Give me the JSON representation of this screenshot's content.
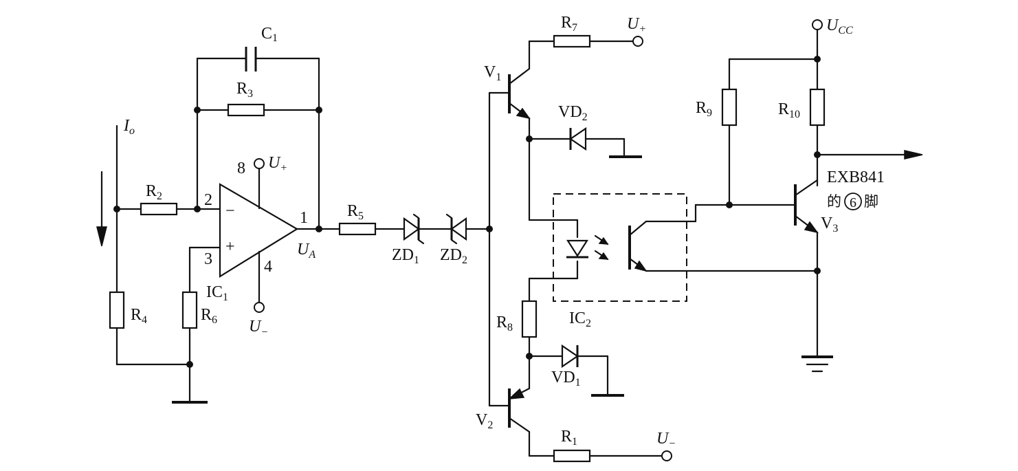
{
  "labels": {
    "C1": {
      "main": "C",
      "sub": "1"
    },
    "R3": {
      "main": "R",
      "sub": "3"
    },
    "R2": {
      "main": "R",
      "sub": "2"
    },
    "R4": {
      "main": "R",
      "sub": "4"
    },
    "R6": {
      "main": "R",
      "sub": "6"
    },
    "R5": {
      "main": "R",
      "sub": "5"
    },
    "R7": {
      "main": "R",
      "sub": "7"
    },
    "R8": {
      "main": "R",
      "sub": "8"
    },
    "R1": {
      "main": "R",
      "sub": "1"
    },
    "R9": {
      "main": "R",
      "sub": "9"
    },
    "R10": {
      "main": "R",
      "sub": "10"
    },
    "ZD1": {
      "main": "ZD",
      "sub": "1"
    },
    "ZD2": {
      "main": "ZD",
      "sub": "2"
    },
    "VD1": {
      "main": "VD",
      "sub": "1"
    },
    "VD2": {
      "main": "VD",
      "sub": "2"
    },
    "V1": {
      "main": "V",
      "sub": "1"
    },
    "V2": {
      "main": "V",
      "sub": "2"
    },
    "V3": {
      "main": "V",
      "sub": "3"
    },
    "IC1": {
      "main": "IC",
      "sub": "1"
    },
    "IC2": {
      "main": "IC",
      "sub": "2"
    },
    "Io": {
      "main": "I",
      "sub": "o"
    },
    "UA": {
      "main": "U",
      "sub": "A"
    },
    "Uplus_op": {
      "main": "U",
      "sub": "+"
    },
    "Uminus_op": {
      "main": "U",
      "sub": "−"
    },
    "Uplus_r7": {
      "main": "U",
      "sub": "+"
    },
    "Uminus_r1": {
      "main": "U",
      "sub": "−"
    },
    "Ucc": {
      "main": "U",
      "sub": "CC"
    }
  },
  "pins": {
    "p8": "8",
    "p2": "2",
    "p3": "3",
    "p1": "1",
    "p4": "4",
    "minus": "−",
    "plus": "+"
  },
  "output": {
    "line1": "EXB841",
    "line2_prefix": "的",
    "pin_circle": "6",
    "line2_suffix": "脚"
  }
}
